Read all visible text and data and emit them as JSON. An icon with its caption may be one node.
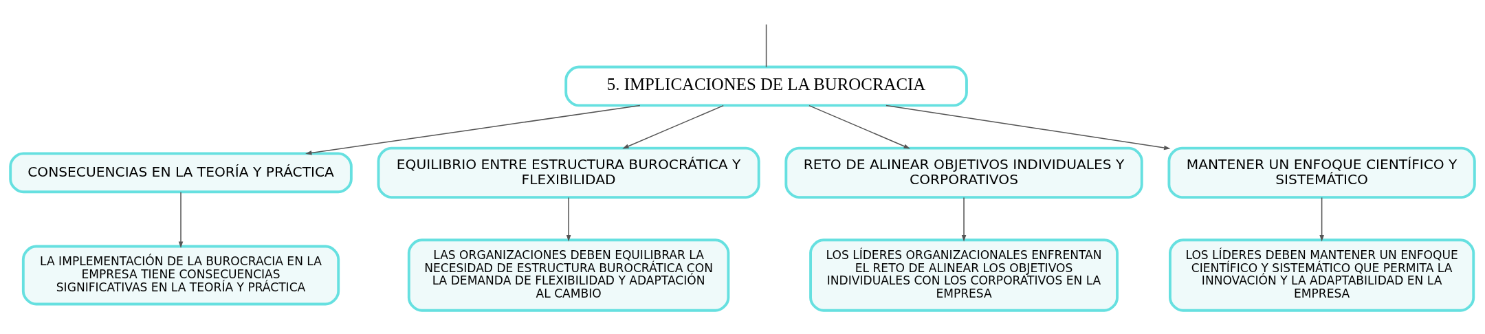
{
  "diagram": {
    "nodes": [
      {
        "text": [
          "5. IMPLICACIONES DE LA BUROCRACIA"
        ]
      },
      {
        "text": [
          "CONSECUENCIAS EN LA TEORÍA Y PRÁCTICA"
        ]
      },
      {
        "text": [
          "EQUILIBRIO ENTRE ESTRUCTURA BUROCRÁTICA Y FLEXIBILIDAD"
        ]
      },
      {
        "text": [
          "RETO DE ALINEAR OBJETIVOS INDIVIDUALES Y CORPORATIVOS"
        ]
      },
      {
        "text": [
          "MANTENER UN ENFOQUE CIENTÍFICO Y SISTEMÁTICO"
        ]
      },
      {
        "text": [
          "LA IMPLEMENTACIÓN DE LA BUROCRACIA EN LA EMPRESA TIENE CONSECUENCIAS SIGNIFICATIVAS EN LA TEORÍA Y PRÁCTICA"
        ]
      },
      {
        "text": [
          "LAS ORGANIZACIONES DEBEN EQUILIBRAR LA NECESIDAD DE ESTRUCTURA BUROCRÁTICA CON LA DEMANDA DE FLEXIBILIDAD Y ADAPTACIÓN AL CAMBIO"
        ]
      },
      {
        "text": [
          "LOS LÍDERES ORGANIZACIONALES ENFRENTAN EL RETO DE ALINEAR LOS OBJETIVOS INDIVIDUALES CON LOS CORPORATIVOS EN LA EMPRESA"
        ]
      },
      {
        "text": [
          "LOS LÍDERES DEBEN MANTENER UN ENFOQUE CIENTÍFICO Y SISTEMÁTICO QUE PERMITA LA INNOVACIÓN Y LA ADAPTABILIDAD EN LA EMPRESA"
        ]
      }
    ],
    "edges": [
      {
        "from": null,
        "to": 0,
        "arrow": "none"
      },
      {
        "from": 0,
        "to": 1,
        "arrow": "to"
      },
      {
        "from": 0,
        "to": 2,
        "arrow": "to"
      },
      {
        "from": 0,
        "to": 3,
        "arrow": "to"
      },
      {
        "from": 0,
        "to": 4,
        "arrow": "to"
      },
      {
        "from": 1,
        "to": 5,
        "arrow": "to"
      },
      {
        "from": 2,
        "to": 6,
        "arrow": "to"
      },
      {
        "from": 3,
        "to": 7,
        "arrow": "to"
      },
      {
        "from": 4,
        "to": 8,
        "arrow": "to"
      }
    ]
  }
}
